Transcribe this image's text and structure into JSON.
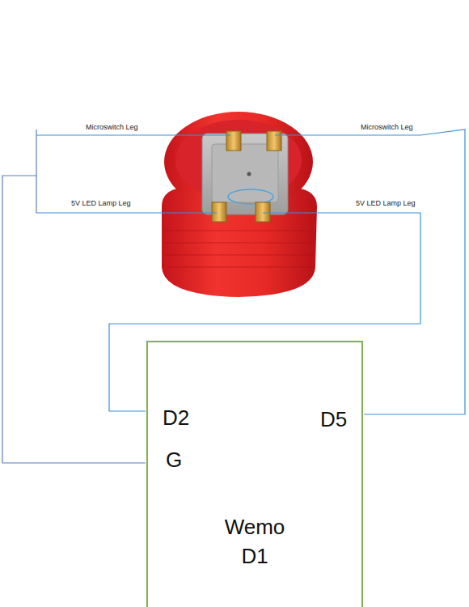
{
  "diagram": {
    "nodes": [
      {
        "text": [
          "D2",
          "D5",
          "G",
          "Wemo D1"
        ]
      }
    ],
    "labels": [
      "Microswitch Leg",
      "Microswitch Leg",
      "5V LED Lamp Leg",
      "5V LED Lamp Leg"
    ]
  }
}
